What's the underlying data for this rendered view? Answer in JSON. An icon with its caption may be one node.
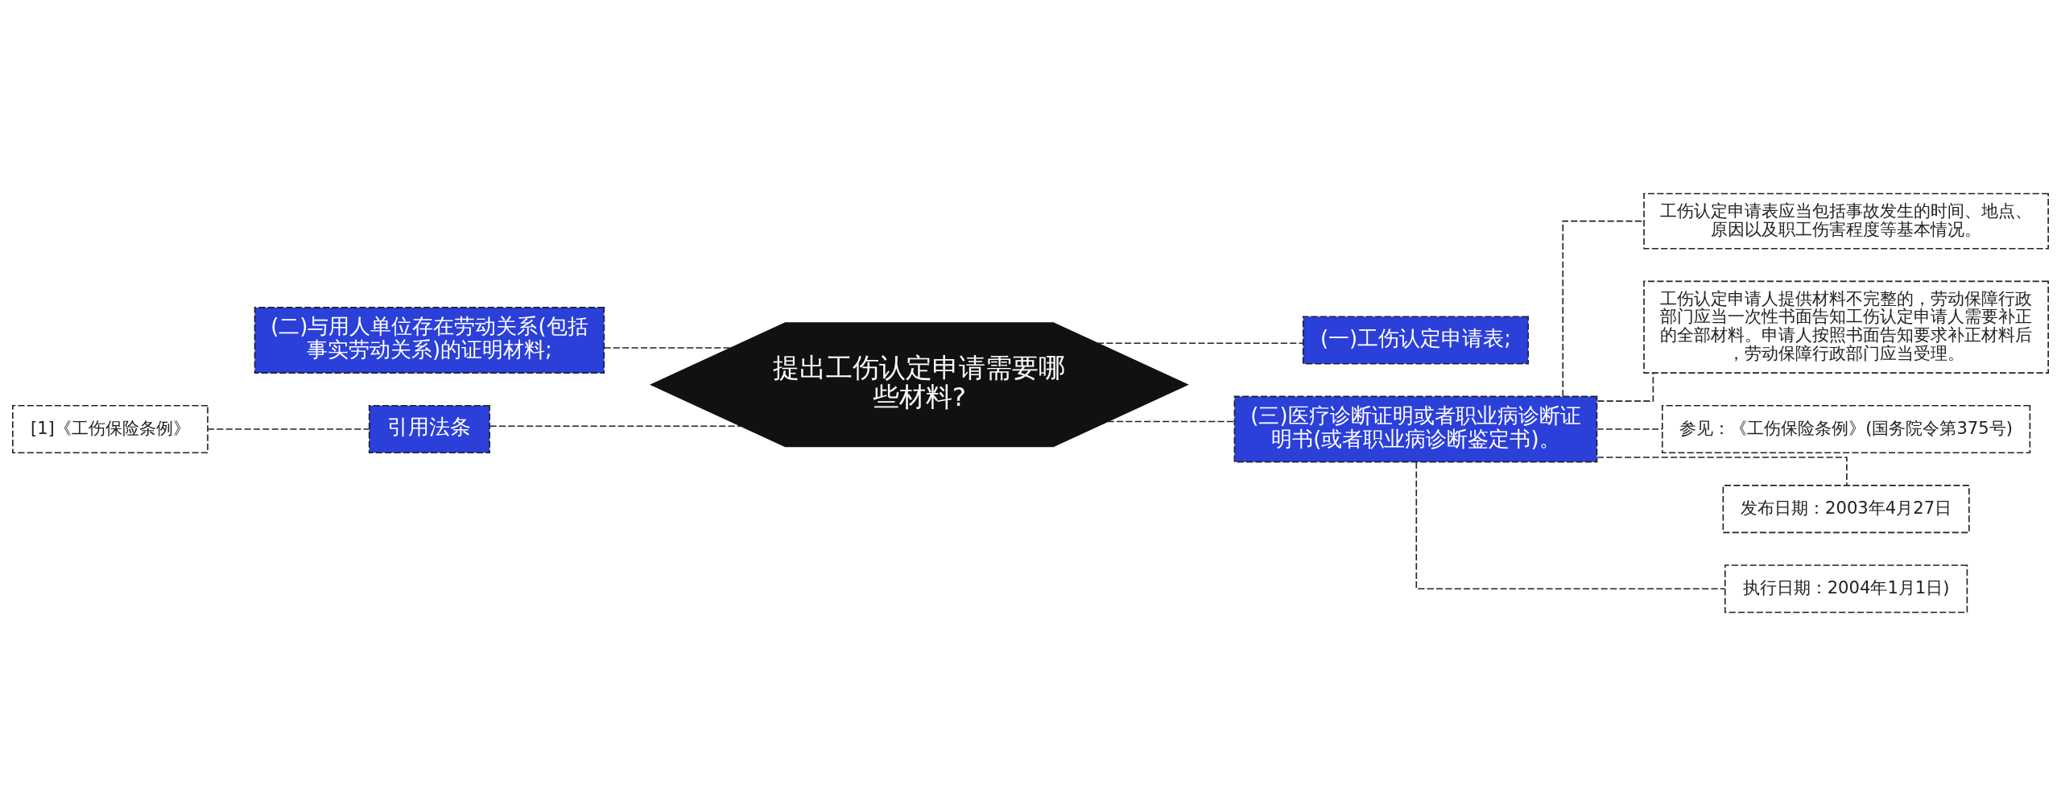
{
  "diagram": {
    "nodes": [
      {
        "text": [
          "提出工伤认定申请需要哪些材料?"
        ]
      },
      {
        "text": [
          "(一)工伤认定申请表;"
        ]
      },
      {
        "text": [
          "(二)与用人单位存在劳动关系(包括事实劳动关系)的证明材料;"
        ]
      },
      {
        "text": [
          "引用法条"
        ]
      },
      {
        "text": [
          "[1]《工伤保险条例》"
        ]
      },
      {
        "text": [
          "(三)医疗诊断证明或者职业病诊断证明书(或者职业病诊断鉴定书)。"
        ]
      },
      {
        "text": [
          "工伤认定申请表应当包括事故发生的时间、地点、原因以及职工伤害程度等基本情况。"
        ]
      },
      {
        "text": [
          "工伤认定申请人提供材料不完整的，劳动保障行政部门应当一次性书面告知工伤认定申请人需要补正的全部材料。申请人按照书面告知要求补正材料后，劳动保障行政部门应当受理。"
        ]
      },
      {
        "text": [
          "参见：《工伤保险条例》(国务院令第375号)"
        ]
      },
      {
        "text": [
          "发布日期：2003年4月27日"
        ]
      },
      {
        "text": [
          "执行日期：2004年1月1日)"
        ]
      }
    ],
    "edges": [
      {
        "from": 0,
        "to": 1,
        "arrow": "none",
        "style": "dashed"
      },
      {
        "from": 0,
        "to": 2,
        "arrow": "none",
        "style": "dashed"
      },
      {
        "from": 0,
        "to": 3,
        "arrow": "none",
        "style": "dashed"
      },
      {
        "from": 3,
        "to": 4,
        "arrow": "none",
        "style": "dashed"
      },
      {
        "from": 0,
        "to": 5,
        "arrow": "none",
        "style": "dashed"
      },
      {
        "from": 5,
        "to": 6,
        "arrow": "none",
        "style": "dashed"
      },
      {
        "from": 5,
        "to": 7,
        "arrow": "none",
        "style": "dashed"
      },
      {
        "from": 5,
        "to": 8,
        "arrow": "none",
        "style": "dashed"
      },
      {
        "from": 5,
        "to": 9,
        "arrow": "none",
        "style": "dashed"
      },
      {
        "from": 5,
        "to": 10,
        "arrow": "none",
        "style": "dashed"
      }
    ]
  }
}
